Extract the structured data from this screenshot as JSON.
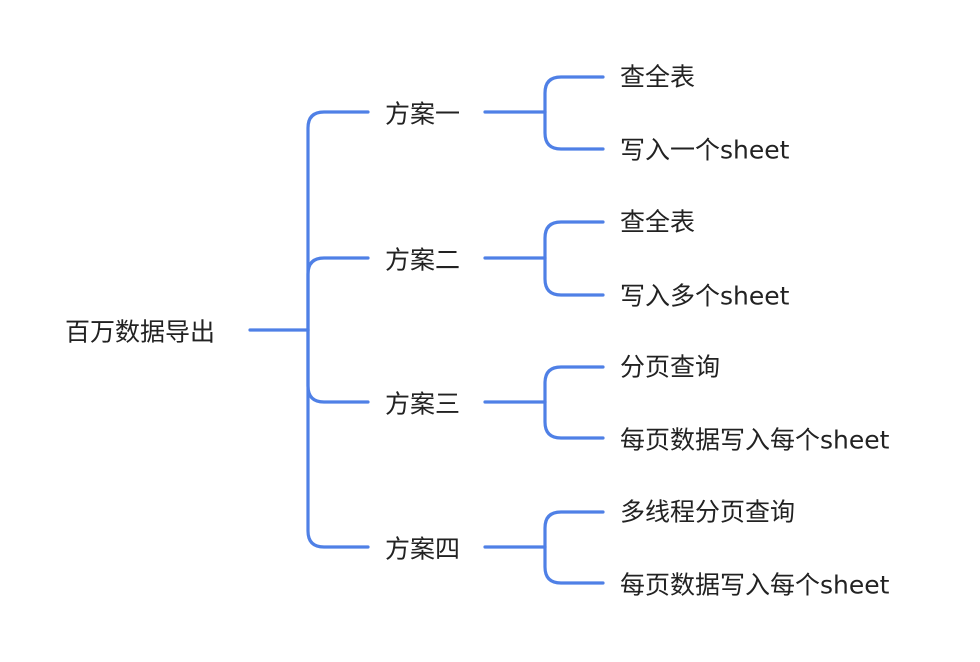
{
  "mindmap": {
    "line_color": "#4f80e6",
    "text_color": "#222222",
    "root": "百万数据导出",
    "branches": [
      {
        "label": "方案一",
        "children": [
          "查全表",
          "写入一个sheet"
        ]
      },
      {
        "label": "方案二",
        "children": [
          "查全表",
          "写入多个sheet"
        ]
      },
      {
        "label": "方案三",
        "children": [
          "分页查询",
          "每页数据写入每个sheet"
        ]
      },
      {
        "label": "方案四",
        "children": [
          "多线程分页查询",
          "每页数据写入每个sheet"
        ]
      }
    ]
  }
}
